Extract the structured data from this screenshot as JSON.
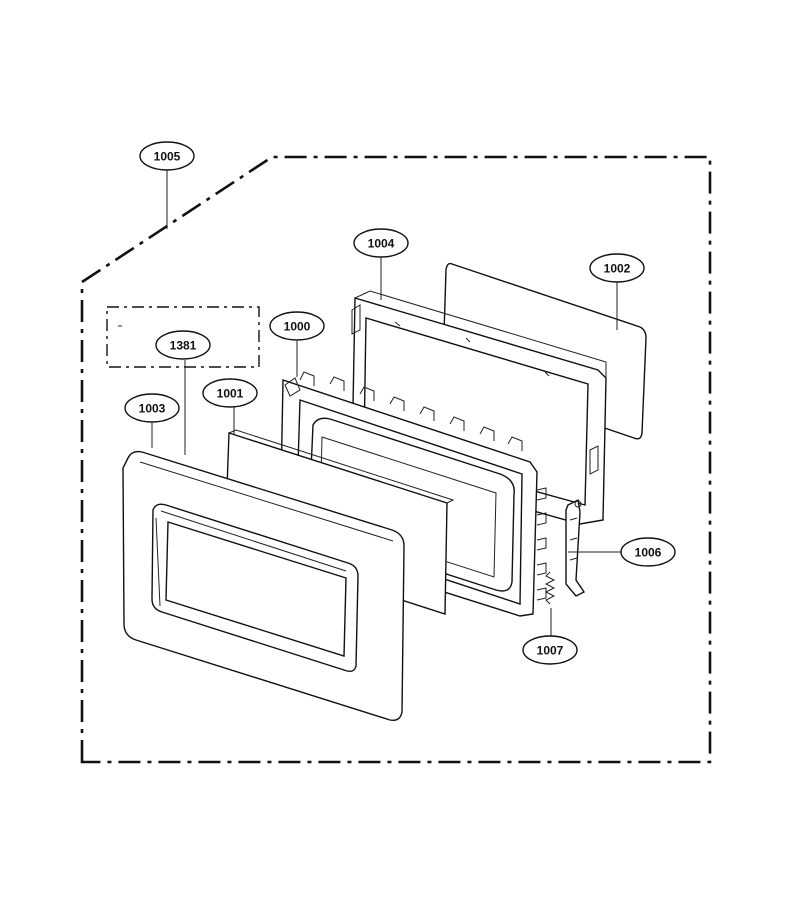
{
  "diagram": {
    "callouts": {
      "c1005": "1005",
      "c1004": "1004",
      "c1002": "1002",
      "c1000": "1000",
      "c1381": "1381",
      "c1001": "1001",
      "c1003": "1003",
      "c1006": "1006",
      "c1007": "1007"
    },
    "colors": {
      "line": "#111111",
      "background": "#ffffff"
    }
  }
}
